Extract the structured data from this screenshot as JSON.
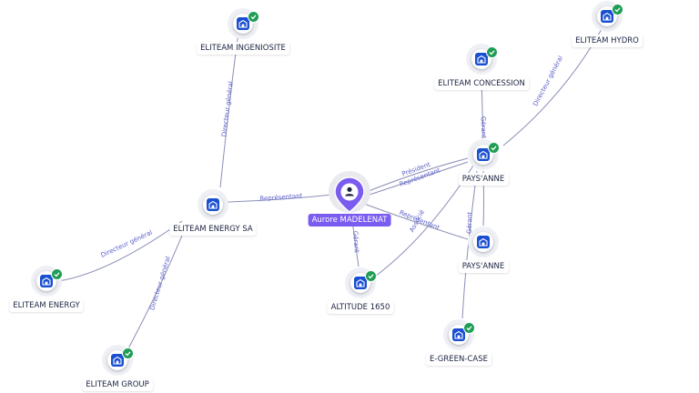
{
  "person": {
    "name": "Aurore MADELENAT",
    "icon": "person-icon",
    "color": "#7b5cf0"
  },
  "companies": [
    {
      "name": "ELITEAM INGENIOSITE",
      "verified": true
    },
    {
      "name": "ELITEAM HYDRO",
      "verified": true
    },
    {
      "name": "ELITEAM CONCESSION",
      "verified": true
    },
    {
      "name": "PAYS'ANNE",
      "verified": true
    },
    {
      "name": "ELITEAM ENERGY SA",
      "verified": false
    },
    {
      "name": "PAYS'ANNE",
      "verified": false
    },
    {
      "name": "ELITEAM ENERGY",
      "verified": true
    },
    {
      "name": "ALTITUDE 1650",
      "verified": true
    },
    {
      "name": "E-GREEN-CASE",
      "verified": true
    },
    {
      "name": "ELITEAM GROUP",
      "verified": true
    }
  ],
  "relations": [
    {
      "label": "Directeur général"
    },
    {
      "label": "Directeur général"
    },
    {
      "label": "Directeur général"
    },
    {
      "label": "Directeur général"
    },
    {
      "label": "Représentant"
    },
    {
      "label": "Président"
    },
    {
      "label": "Représentant"
    },
    {
      "label": "Représentant"
    },
    {
      "label": "Gérant"
    },
    {
      "label": "Gérant"
    },
    {
      "label": "Associé"
    },
    {
      "label": "Gérant"
    }
  ],
  "colors": {
    "company_icon": "#1a4fd1",
    "verified_badge": "#1f9d55",
    "edge": "#8b8fb8",
    "edge_label": "#5b5fc7"
  }
}
